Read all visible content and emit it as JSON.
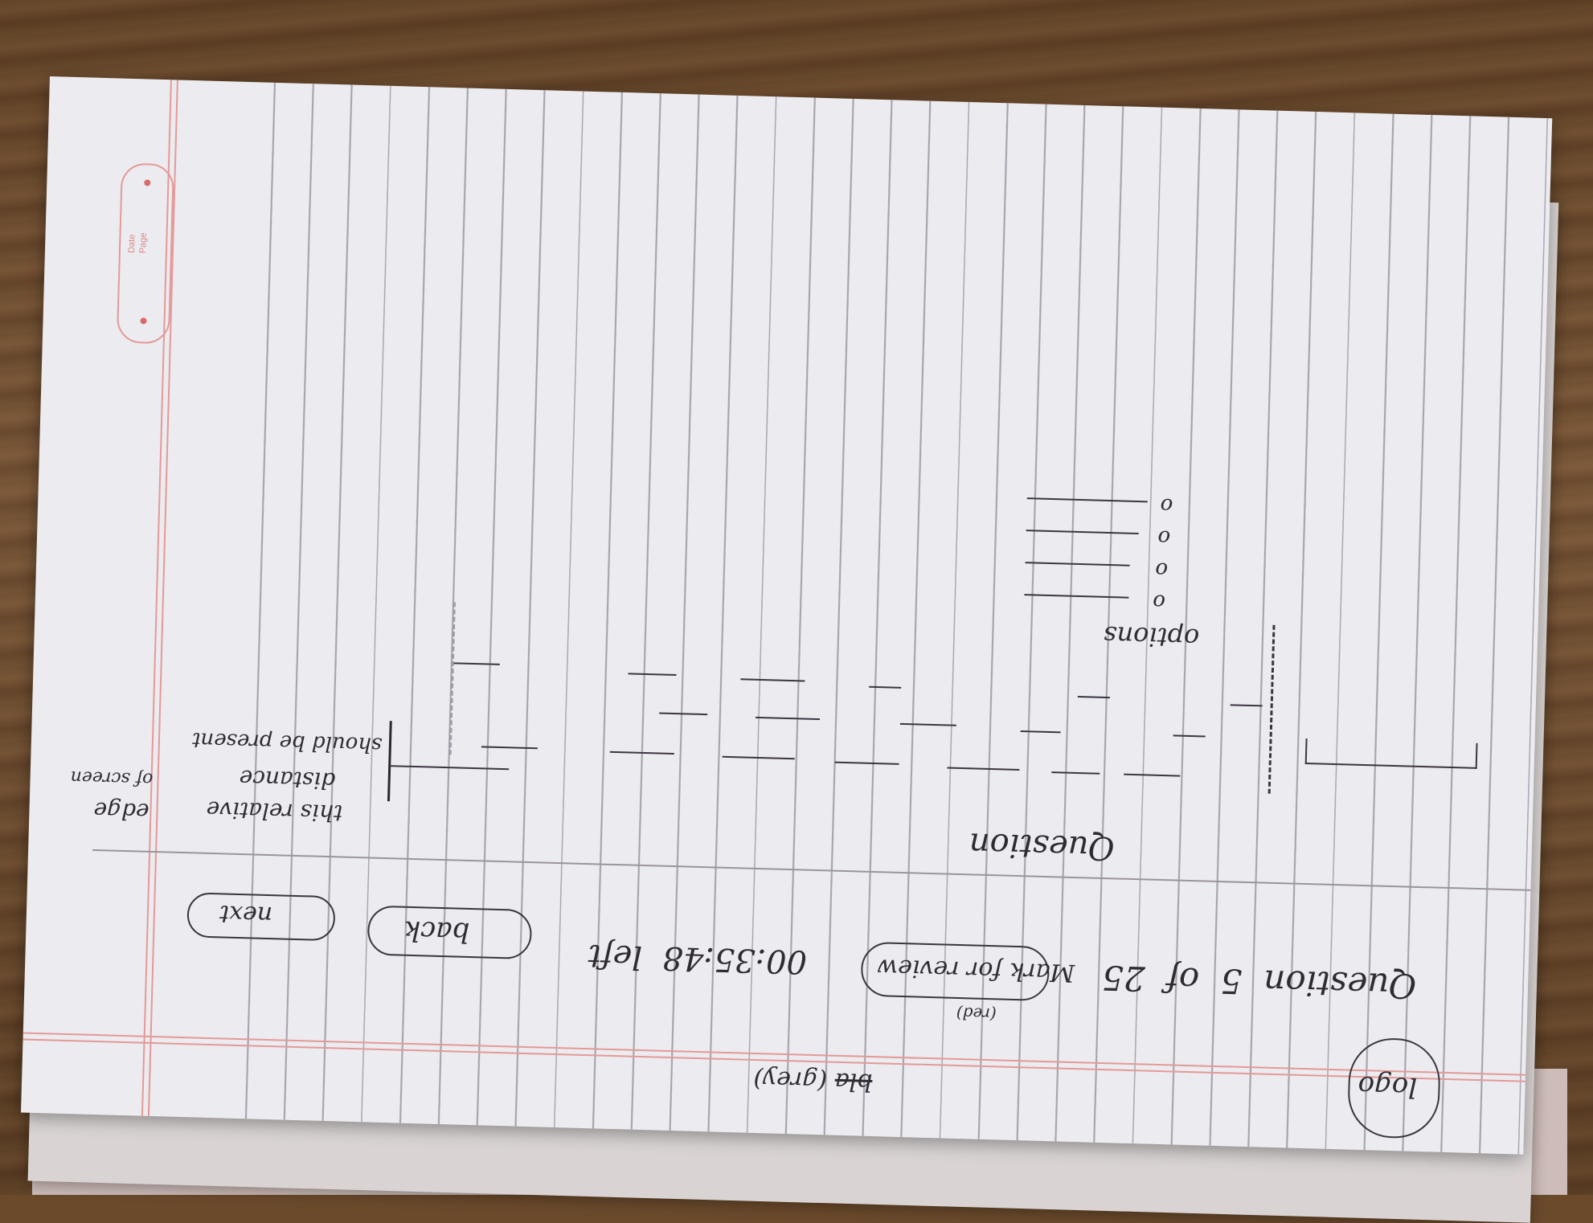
{
  "sketch": {
    "logo_label": "logo",
    "header_note": "(grey)",
    "header_note_struck": "bla",
    "question_counter": "Question  5  of  25",
    "mark_for_review": "Mark for review",
    "mark_color_note": "(red)",
    "timer": "00:35:48  left",
    "back_button": "back",
    "next_button": "next",
    "question_heading": "Question",
    "options_label": "options",
    "option_markers": [
      "o",
      "o",
      "o",
      "o"
    ],
    "annotation_line1": "this relative",
    "annotation_line2": "distance",
    "annotation_line3": "should be present",
    "annotation_edge": "edge",
    "annotation_edge2": "of screen"
  },
  "paper_stamp": {
    "date_label": "Date",
    "page_label": "Page"
  },
  "colors": {
    "ink": "#2f2b33",
    "paper": "#ecebef",
    "margin_red": "#e39a98",
    "rule_line": "#8e8c9a",
    "table_wood": "#6f4d2d"
  }
}
